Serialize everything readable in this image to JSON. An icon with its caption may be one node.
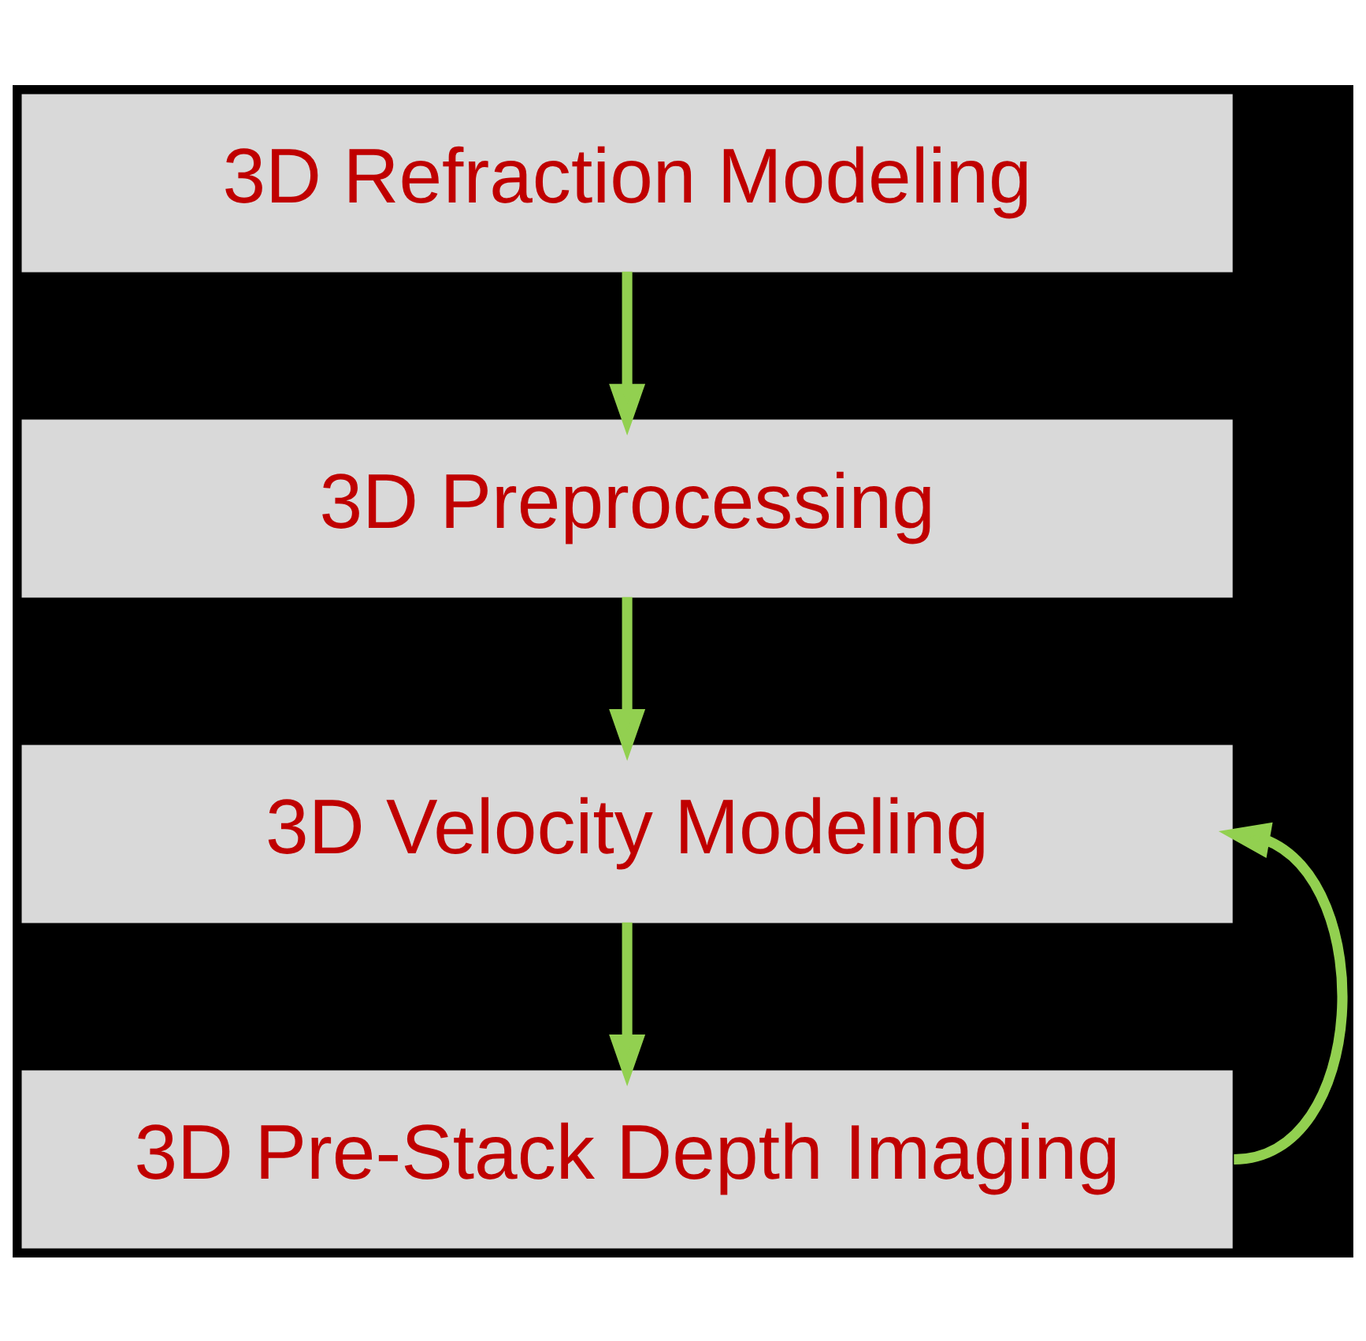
{
  "diagram": {
    "nodes": [
      {
        "text": [
          "3D Refraction Modeling"
        ]
      },
      {
        "text": [
          "3D Preprocessing"
        ]
      },
      {
        "text": [
          "3D Velocity Modeling"
        ]
      },
      {
        "text": [
          "3D Pre-Stack Depth Imaging"
        ]
      }
    ],
    "edges": [
      {
        "from": 0,
        "to": 1,
        "arrow": "to"
      },
      {
        "from": 1,
        "to": 2,
        "arrow": "to"
      },
      {
        "from": 2,
        "to": 3,
        "arrow": "to"
      },
      {
        "from": 3,
        "to": 2,
        "arrow": "to"
      }
    ]
  }
}
